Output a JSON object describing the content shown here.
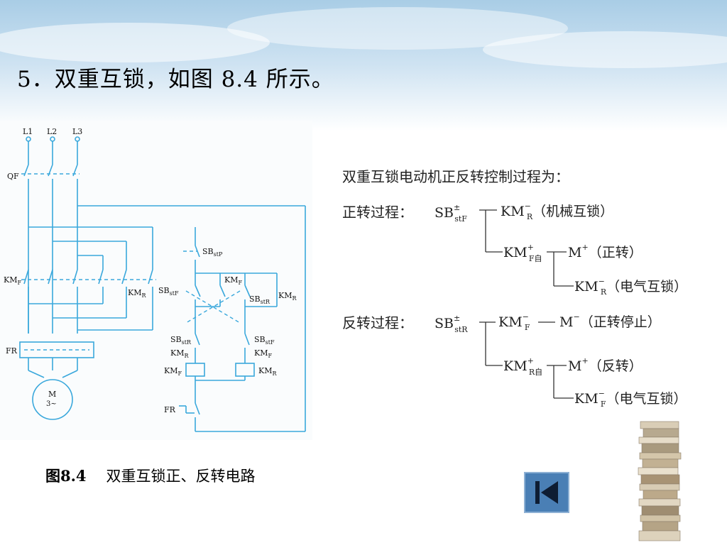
{
  "heading": "5．双重互锁，如图 8.4 所示。",
  "caption": {
    "num": "图8.4",
    "text": "双重互锁正、反转电路"
  },
  "circuit": {
    "phases": [
      "L1",
      "L2",
      "L3"
    ],
    "qf": "QF",
    "kmf": "KM",
    "kmf_sub": "F",
    "kmr": "KM",
    "kmr_sub": "R",
    "fr": "FR",
    "motor": "M",
    "motor_sub": "3~",
    "sbstp": "SB",
    "sbstp_sub": "stP",
    "sbstf": "SB",
    "sbstf_sub": "stF",
    "sbstr": "SB",
    "sbstr_sub": "stR"
  },
  "process": {
    "title": "双重互锁电动机正反转控制过程为：",
    "forward_label": "正转过程：",
    "reverse_label": "反转过程：",
    "f_sb": "SB",
    "f_sb_sup": "±",
    "f_sb_sub": "stF",
    "f_km1": "KM",
    "f_km1_sup": "−",
    "f_km1_sub": "R",
    "f_km1_note": "（机械互锁）",
    "f_km2": "KM",
    "f_km2_sup": "+",
    "f_km2_sub": "F自",
    "f_m": "M",
    "f_m_sup": "+",
    "f_m_note": "（正转）",
    "f_km3": "KM",
    "f_km3_sup": "−",
    "f_km3_sub": "R",
    "f_km3_note": "（电气互锁）",
    "r_sb": "SB",
    "r_sb_sup": "±",
    "r_sb_sub": "stR",
    "r_km1": "KM",
    "r_km1_sup": "−",
    "r_km1_sub": "F",
    "r_m1": "M",
    "r_m1_sup": "−",
    "r_m1_note": "（正转停止）",
    "r_km2": "KM",
    "r_km2_sup": "+",
    "r_km2_sub": "R自",
    "r_m2": "M",
    "r_m2_sup": "+",
    "r_m2_note": "（反转）",
    "r_km3": "KM",
    "r_km3_sup": "−",
    "r_km3_sub": "F",
    "r_km3_note": "（电气互锁）"
  },
  "nav": {
    "back_icon": "skip-back-icon"
  },
  "colors": {
    "wire": "#3aa8dc",
    "button": "#4a7fb5"
  }
}
